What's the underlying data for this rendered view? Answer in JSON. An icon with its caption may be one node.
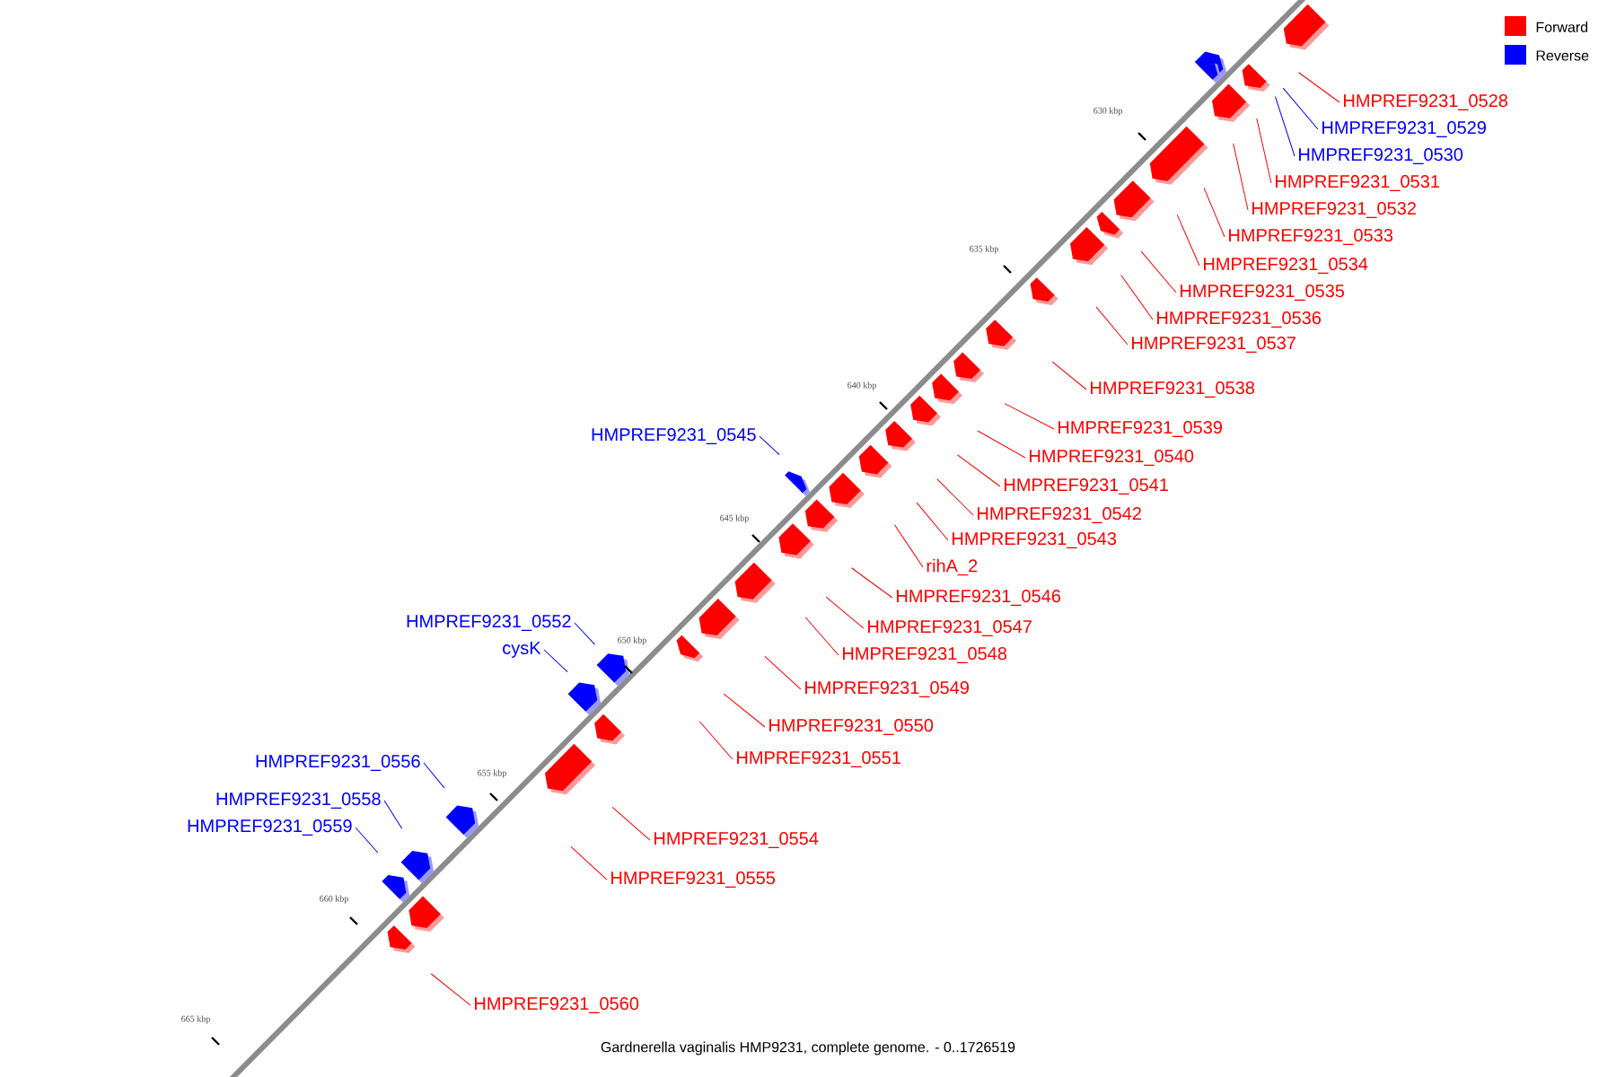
{
  "diagram": {
    "caption": "Gardnerella vaginalis HMP9231, complete genome. - 0..1726519",
    "nodes": [
      {
        "text": [
          "HMPREF9231_0528"
        ]
      },
      {
        "text": [
          "HMPREF9231_0529"
        ]
      },
      {
        "text": [
          "HMPREF9231_0530"
        ]
      },
      {
        "text": [
          "HMPREF9231_0531"
        ]
      },
      {
        "text": [
          "HMPREF9231_0532"
        ]
      },
      {
        "text": [
          "HMPREF9231_0533"
        ]
      },
      {
        "text": [
          "HMPREF9231_0534"
        ]
      },
      {
        "text": [
          "HMPREF9231_0535"
        ]
      },
      {
        "text": [
          "HMPREF9231_0536"
        ]
      },
      {
        "text": [
          "HMPREF9231_0537"
        ]
      },
      {
        "text": [
          "HMPREF9231_0538"
        ]
      },
      {
        "text": [
          "HMPREF9231_0539"
        ]
      },
      {
        "text": [
          "HMPREF9231_0545"
        ]
      },
      {
        "text": [
          "HMPREF9231_0540"
        ]
      },
      {
        "text": [
          "HMPREF9231_0541"
        ]
      },
      {
        "text": [
          "HMPREF9231_0542"
        ]
      },
      {
        "text": [
          "HMPREF9231_0543"
        ]
      },
      {
        "text": [
          "rihA_2"
        ]
      },
      {
        "text": [
          "HMPREF9231_0546"
        ]
      },
      {
        "text": [
          "HMPREF9231_0552"
        ]
      },
      {
        "text": [
          "HMPREF9231_0547"
        ]
      },
      {
        "text": [
          "cysK"
        ]
      },
      {
        "text": [
          "HMPREF9231_0548"
        ]
      },
      {
        "text": [
          "HMPREF9231_0549"
        ]
      },
      {
        "text": [
          "HMPREF9231_0550"
        ]
      },
      {
        "text": [
          "HMPREF9231_0551"
        ]
      },
      {
        "text": [
          "HMPREF9231_0556"
        ]
      },
      {
        "text": [
          "HMPREF9231_0558"
        ]
      },
      {
        "text": [
          "HMPREF9231_0559"
        ]
      },
      {
        "text": [
          "HMPREF9231_0554"
        ]
      },
      {
        "text": [
          "HMPREF9231_0555"
        ]
      },
      {
        "text": [
          "HMPREF9231_0560"
        ]
      }
    ],
    "edges": [
      {
        "from": 0,
        "to": null,
        "arrow": "none"
      },
      {
        "from": 1,
        "to": null,
        "arrow": "none",
        "color": "#0000ff"
      },
      {
        "from": 2,
        "to": null,
        "arrow": "none",
        "color": "#0000ff"
      },
      {
        "from": 3,
        "to": null,
        "arrow": "none"
      },
      {
        "from": 4,
        "to": null,
        "arrow": "none"
      },
      {
        "from": 5,
        "to": null,
        "arrow": "none"
      },
      {
        "from": 6,
        "to": null,
        "arrow": "none"
      },
      {
        "from": 7,
        "to": null,
        "arrow": "none"
      },
      {
        "from": 8,
        "to": null,
        "arrow": "none"
      },
      {
        "from": 9,
        "to": null,
        "arrow": "none"
      },
      {
        "from": 10,
        "to": null,
        "arrow": "none"
      },
      {
        "from": 11,
        "to": null,
        "arrow": "none"
      },
      {
        "from": 12,
        "to": null,
        "arrow": "none",
        "color": "#0000ff"
      },
      {
        "from": 13,
        "to": null,
        "arrow": "none"
      },
      {
        "from": 14,
        "to": null,
        "arrow": "none"
      },
      {
        "from": 15,
        "to": null,
        "arrow": "none"
      },
      {
        "from": 16,
        "to": null,
        "arrow": "none"
      },
      {
        "from": 17,
        "to": null,
        "arrow": "none"
      },
      {
        "from": 18,
        "to": null,
        "arrow": "none"
      },
      {
        "from": 19,
        "to": null,
        "arrow": "none",
        "color": "#0000ff"
      },
      {
        "from": 20,
        "to": null,
        "arrow": "none"
      },
      {
        "from": 21,
        "to": null,
        "arrow": "none",
        "color": "#0000ff"
      },
      {
        "from": 22,
        "to": null,
        "arrow": "none"
      },
      {
        "from": 23,
        "to": null,
        "arrow": "none"
      },
      {
        "from": 24,
        "to": null,
        "arrow": "none"
      },
      {
        "from": 25,
        "to": null,
        "arrow": "none"
      },
      {
        "from": 26,
        "to": null,
        "arrow": "none",
        "color": "#0000ff"
      },
      {
        "from": 27,
        "to": null,
        "arrow": "none",
        "color": "#0000ff"
      },
      {
        "from": 28,
        "to": null,
        "arrow": "none",
        "color": "#0000ff"
      },
      {
        "from": 29,
        "to": null,
        "arrow": "none"
      },
      {
        "from": 30,
        "to": null,
        "arrow": "none"
      },
      {
        "from": 31,
        "to": null,
        "arrow": "none"
      }
    ],
    "labels": [
      "630 kbp",
      "635 kbp",
      "640 kbp",
      "645 kbp",
      "650 kbp",
      "655 kbp",
      "660 kbp",
      "665 kbp"
    ],
    "legend": [
      {
        "text": "Forward",
        "color": "#ff0000"
      },
      {
        "text": "Reverse",
        "color": "#0000ff"
      }
    ]
  }
}
